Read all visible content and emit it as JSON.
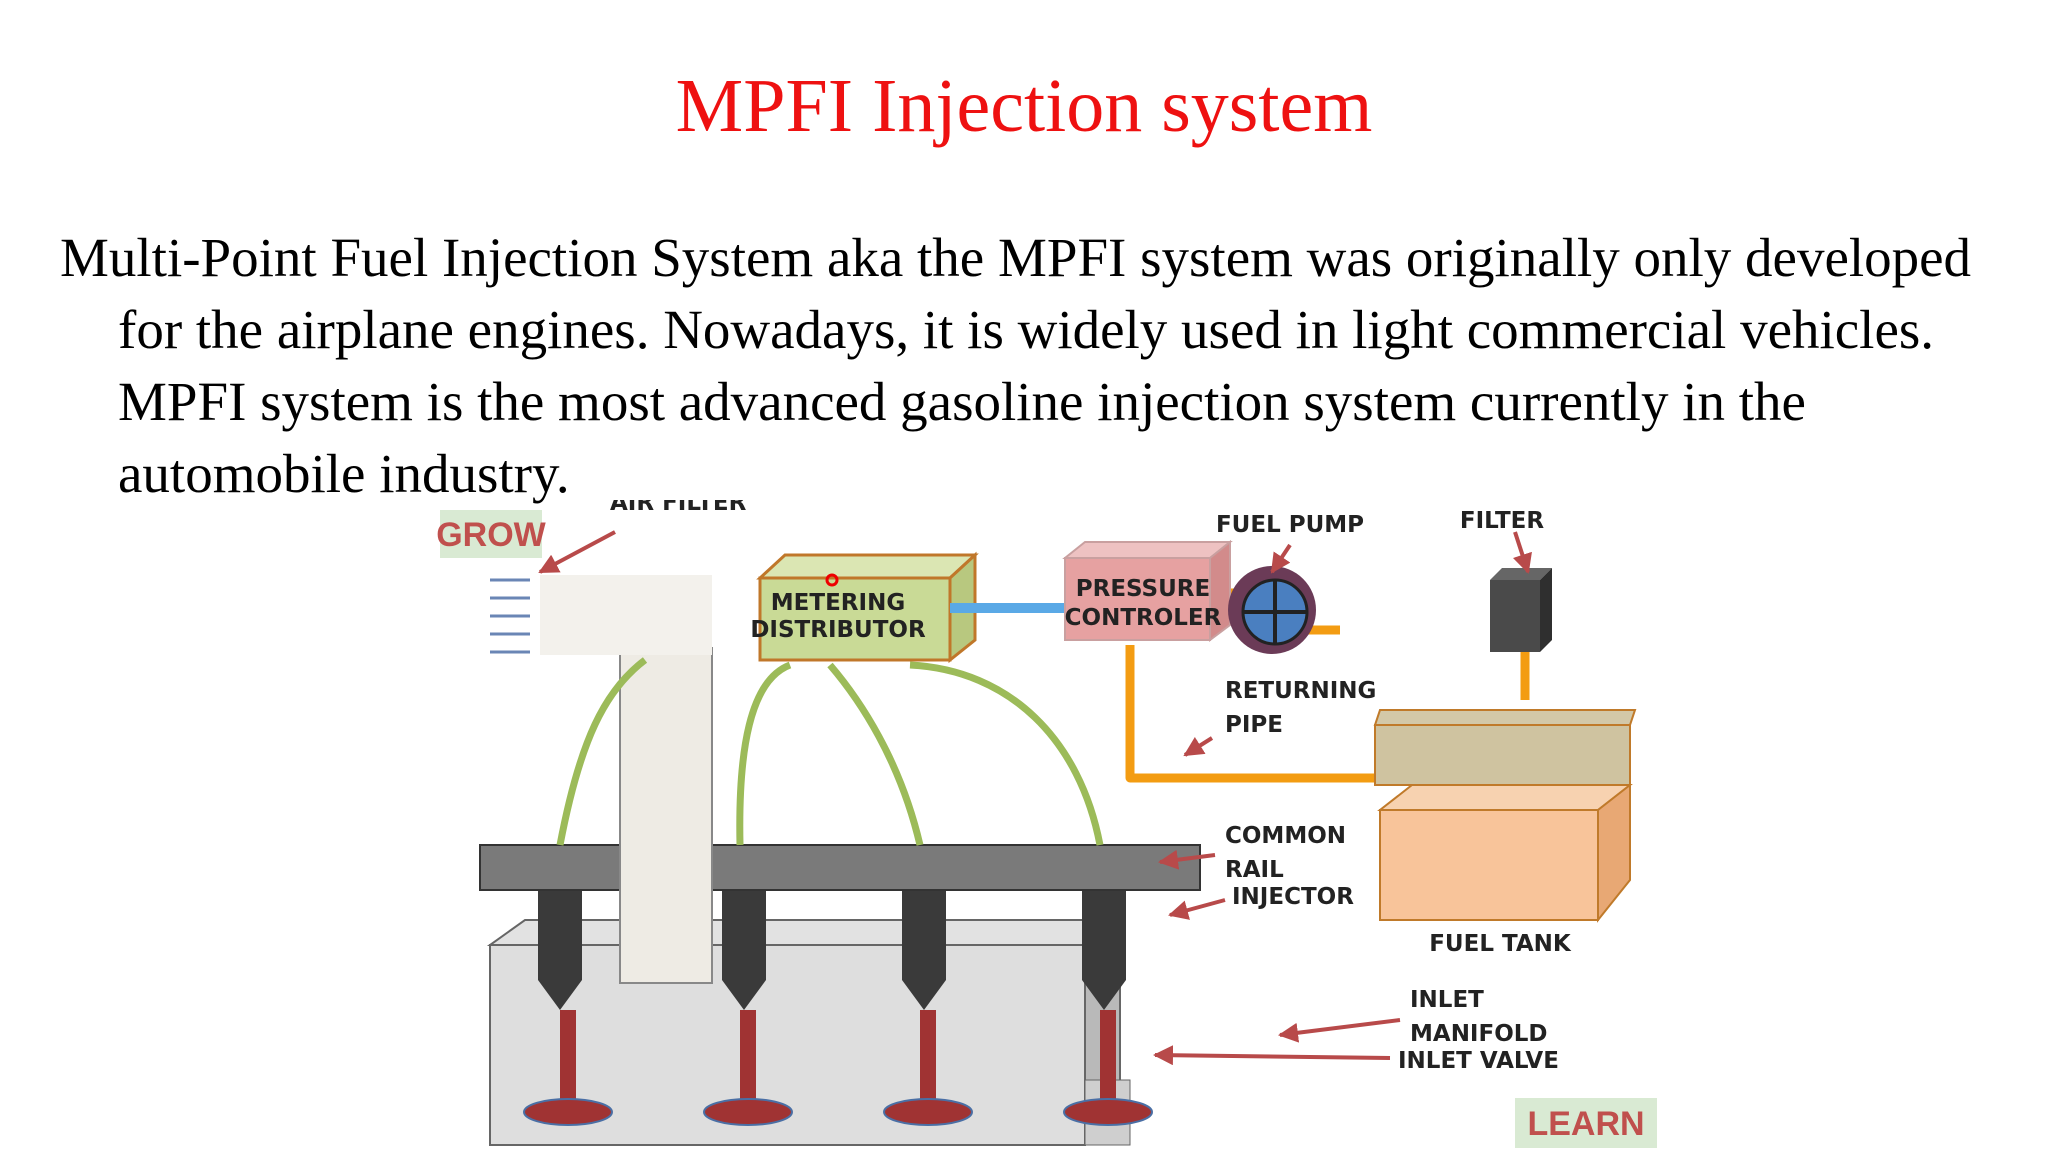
{
  "slide": {
    "title": "MPFI Injection system",
    "body": "Multi-Point Fuel Injection System aka the MPFI system was originally only developed for the airplane engines. Nowadays, it is widely used in light commercial vehicles. MPFI system is the most advanced gasoline injection system currently in the automobile industry."
  },
  "diagram": {
    "labels": {
      "air_filter": "AIR FILTER",
      "metering_1": "METERING",
      "metering_2": "DISTRIBUTOR",
      "pressure_1": "PRESSURE",
      "pressure_2": "CONTROLER",
      "fuel_pump": "FUEL PUMP",
      "filter": "FILTER",
      "returning_1": "RETURNING",
      "returning_2": "PIPE",
      "common_1": "COMMON",
      "common_2": "RAIL",
      "injector": "INJECTOR",
      "fuel_tank": "FUEL TANK",
      "inlet_1": "INLET",
      "inlet_2": "MANIFOLD",
      "inlet_valve": "INLET VALVE"
    },
    "badges": {
      "grow": "GROW",
      "learn": "LEARN"
    },
    "colors": {
      "title": "#ee1111",
      "fuel_line": "#f39c12",
      "wire": "#9cbb59",
      "pressure_box": "#e6a1a1",
      "metering_box": "#c9da96",
      "tank": "#f8c49a",
      "rail": "#7a7a7a",
      "valve": "#a03333",
      "arrow": "#b84a4a"
    }
  }
}
